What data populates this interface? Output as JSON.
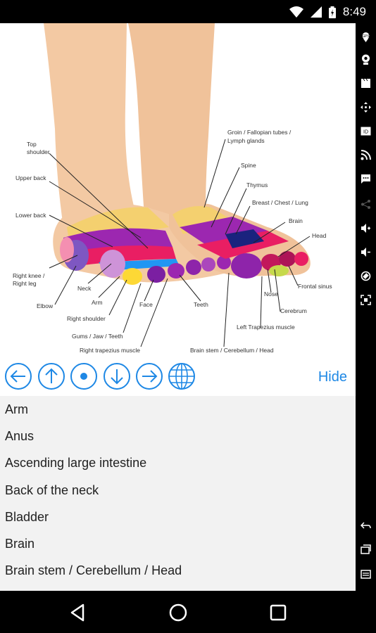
{
  "status_bar": {
    "time": "8:49",
    "icons": [
      "wifi-icon",
      "signal-icon",
      "battery-icon"
    ]
  },
  "illustration": {
    "labels": {
      "top_shoulder": "Top\nshoulder",
      "upper_back": "Upper back",
      "lower_back": "Lower back",
      "right_knee_leg": "Right knee /\nRight leg",
      "elbow": "Elbow",
      "neck": "Neck",
      "arm": "Arm",
      "right_shoulder": "Right shoulder",
      "gums_jaw_teeth": "Gums / Jaw / Teeth",
      "right_trapezius": "Right trapezius muscle",
      "face": "Face",
      "teeth": "Teeth",
      "groin": "Groin / Fallopian tubes /\nLymph glands",
      "spine": "Spine",
      "thymus": "Thymus",
      "breast": "Breast / Chest / Lung",
      "brain": "Brain",
      "head": "Head",
      "frontal_sinus": "Frontal sinus",
      "nose": "Nose",
      "cerebrum": "Cerebrum",
      "left_trapezius": "Left Trapezius muscle",
      "brain_stem": "Brain stem / Cerebellum / Head"
    }
  },
  "toolbar": {
    "buttons": [
      "arrow-left-icon",
      "arrow-up-icon",
      "center-dot-icon",
      "arrow-down-icon",
      "arrow-right-icon",
      "globe-icon"
    ],
    "hide_label": "Hide",
    "accent": "#1e88e5"
  },
  "list": {
    "items": [
      "Arm",
      "Anus",
      "Ascending large intestine",
      "Back of the neck",
      "Bladder",
      "Brain",
      "Brain stem / Cerebellum / Head"
    ]
  }
}
